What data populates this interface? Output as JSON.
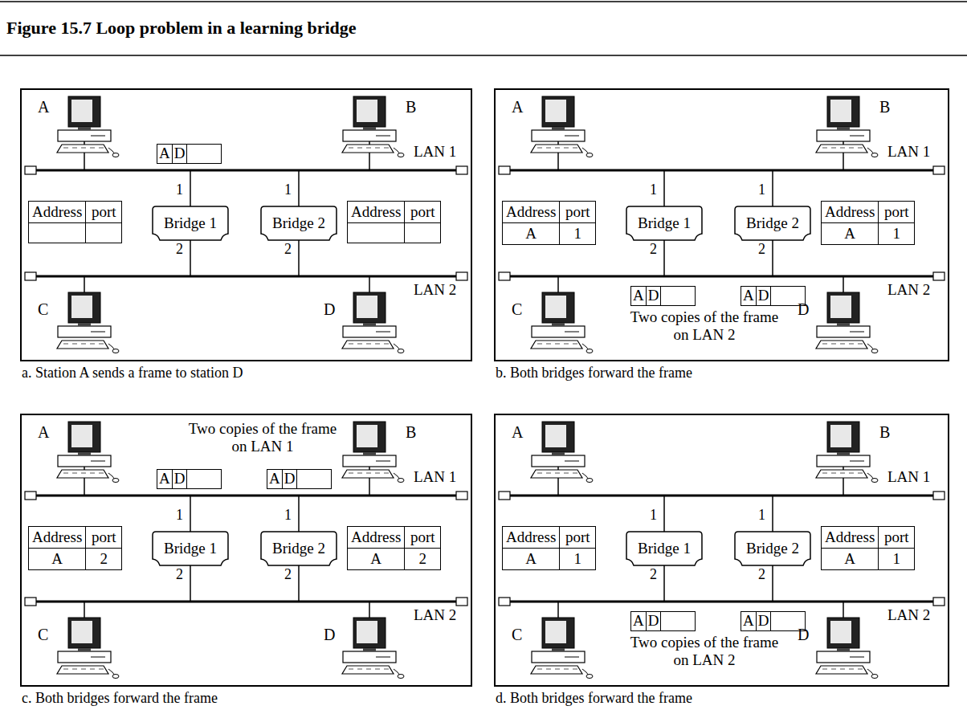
{
  "diagram": {
    "title": "Figure 15.7 Loop problem in a learning bridge",
    "nodes": [
      {
        "text": [
          "a. Station A sends a frame to station D"
        ]
      },
      {
        "text": [
          "A",
          "D"
        ],
        "in": 0
      },
      {
        "text": [
          "Address",
          "port"
        ],
        "in": 0
      },
      {
        "text": [
          "Bridge 1"
        ],
        "in": 0
      },
      {
        "text": [
          "Bridge 2"
        ],
        "in": 0
      },
      {
        "text": [
          "Address",
          "port"
        ],
        "in": 0
      },
      {
        "text": [
          "b. Both bridges forward the frame"
        ]
      },
      {
        "text": [
          "Address",
          "port",
          "A",
          "1"
        ],
        "in": 6
      },
      {
        "text": [
          "Bridge 1"
        ],
        "in": 6
      },
      {
        "text": [
          "Bridge 2"
        ],
        "in": 6
      },
      {
        "text": [
          "Address",
          "port",
          "A",
          "1"
        ],
        "in": 6
      },
      {
        "text": [
          "A",
          "D"
        ],
        "in": 6
      },
      {
        "text": [
          "A",
          "D"
        ],
        "in": 6
      },
      {
        "text": [
          "c. Both bridges forward the frame"
        ]
      },
      {
        "text": [
          "A",
          "D"
        ],
        "in": 13
      },
      {
        "text": [
          "A",
          "D"
        ],
        "in": 13
      },
      {
        "text": [
          "Address",
          "port",
          "A",
          "2"
        ],
        "in": 13
      },
      {
        "text": [
          "Bridge 1"
        ],
        "in": 13
      },
      {
        "text": [
          "Bridge 2"
        ],
        "in": 13
      },
      {
        "text": [
          "Address",
          "port",
          "A",
          "2"
        ],
        "in": 13
      },
      {
        "text": [
          "d. Both bridges forward the frame"
        ]
      },
      {
        "text": [
          "Address",
          "port",
          "A",
          "1"
        ],
        "in": 20
      },
      {
        "text": [
          "Bridge 1"
        ],
        "in": 20
      },
      {
        "text": [
          "Bridge 2"
        ],
        "in": 20
      },
      {
        "text": [
          "Address",
          "port",
          "A",
          "1"
        ],
        "in": 20
      },
      {
        "text": [
          "A",
          "D"
        ],
        "in": 20
      },
      {
        "text": [
          "A",
          "D"
        ],
        "in": 20
      }
    ],
    "labels": [
      "A",
      "B",
      "LAN 1",
      "1",
      "1",
      "2",
      "2",
      "C",
      "D",
      "LAN 2",
      "A",
      "B",
      "LAN 1",
      "1",
      "1",
      "2",
      "2",
      "C",
      "D",
      "LAN 2",
      "Two copies of the frame on LAN 2",
      "A",
      "B",
      "LAN 1",
      "1",
      "1",
      "2",
      "2",
      "C",
      "D",
      "LAN 2",
      "Two copies of the frame on LAN 1",
      "A",
      "B",
      "LAN 1",
      "1",
      "1",
      "2",
      "2",
      "C",
      "D",
      "LAN 2",
      "Two copies of the frame on LAN 2"
    ]
  }
}
